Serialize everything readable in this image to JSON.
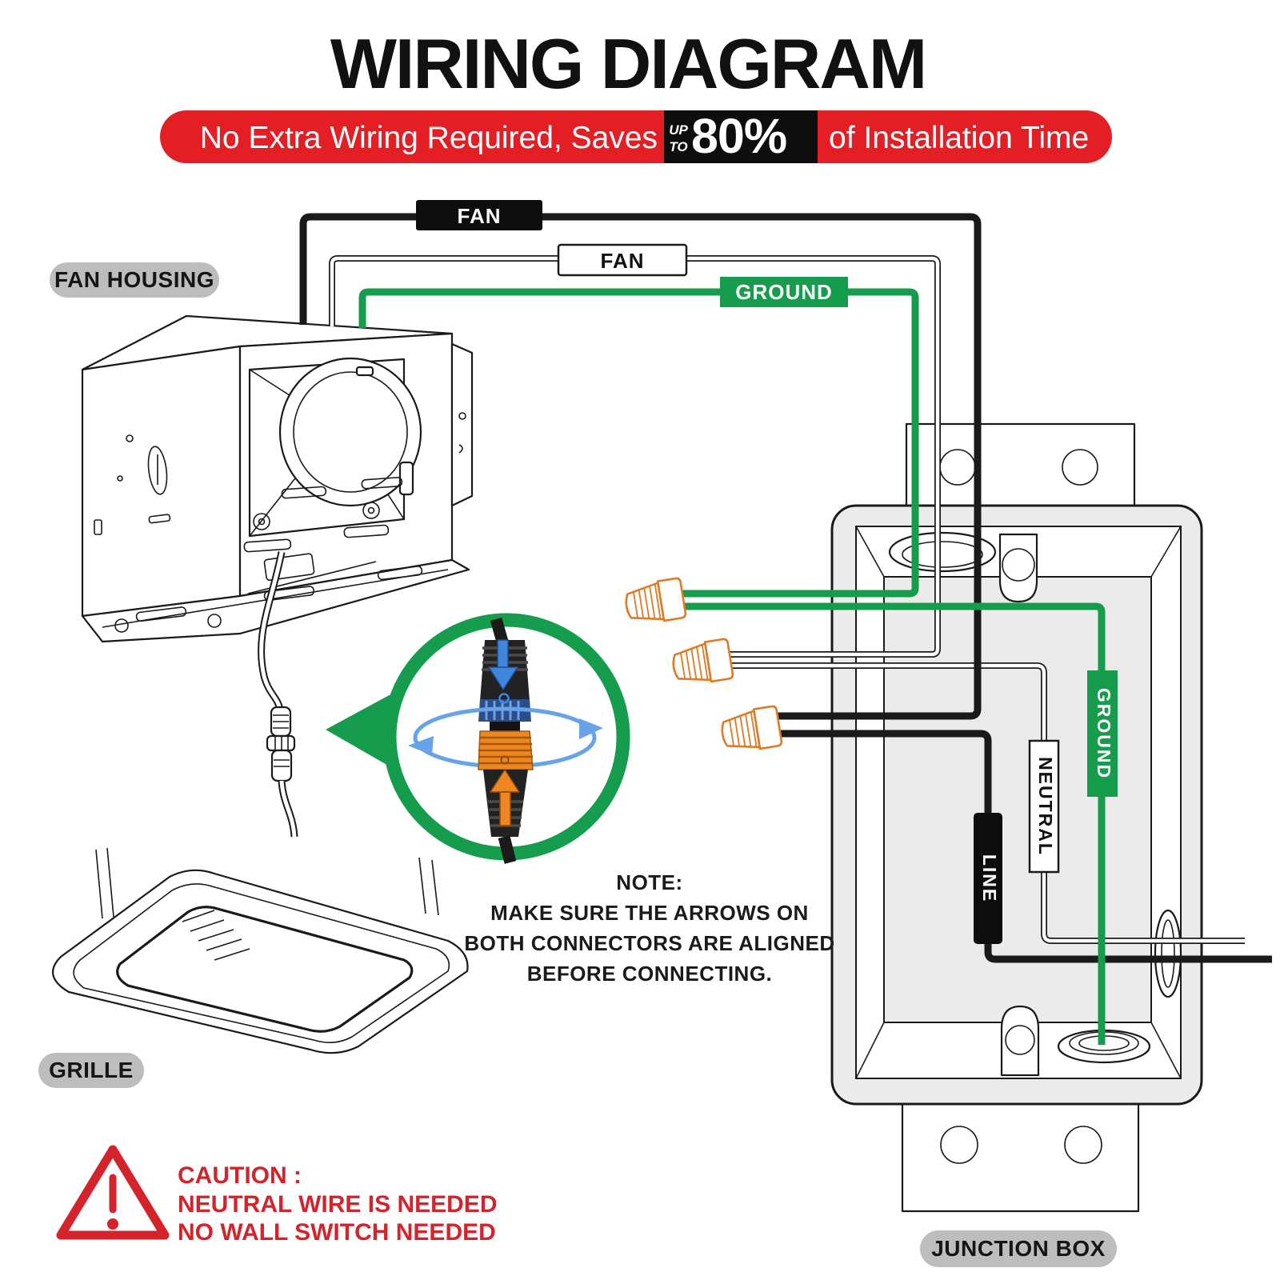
{
  "title": "WIRING DIAGRAM",
  "banner": {
    "text_before": "No Extra Wiring Required, Saves",
    "upto_line1": "UP",
    "upto_line2": "TO",
    "percent": "80%",
    "text_after": "of Installation Time"
  },
  "badges": {
    "fan_housing": "FAN HOUSING",
    "grille": "GRILLE",
    "junction_box": "JUNCTION BOX"
  },
  "wire_labels": {
    "fan_black": "FAN",
    "fan_white": "FAN",
    "ground_top": "GROUND",
    "neutral": "NEUTRAL",
    "ground_side": "GROUND",
    "line": "LINE"
  },
  "note": {
    "line1": "NOTE:",
    "line2": "MAKE SURE THE ARROWS ON",
    "line3": "BOTH CONNECTORS ARE ALIGNED",
    "line4": "BEFORE CONNECTING."
  },
  "caution": {
    "line1": "CAUTION :",
    "line2": "NEUTRAL WIRE IS NEEDED",
    "line3": "NO WALL SWITCH NEEDED"
  },
  "colors": {
    "banner_red": "#E41E25",
    "caution_red": "#D4232A",
    "wire_green": "#169C4D",
    "wire_nut_orange": "#E07A26",
    "connector_orange": "#EE8722",
    "connector_blue": "#3F86DE",
    "rotation_blue": "#66A3E8",
    "badge_gray": "#BDBDBD",
    "box_gray": "#EBEBEB",
    "ink_black": "#1A1A1A"
  }
}
